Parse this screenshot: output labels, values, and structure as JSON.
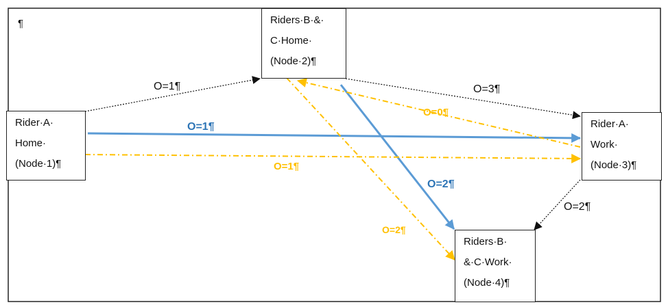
{
  "page": {
    "corner_mark": "¶"
  },
  "colors": {
    "black": "#111111",
    "blue": "#5b9bd5",
    "blue_text": "#2e75b6",
    "yellow": "#ffc000"
  },
  "nodes": {
    "node1": {
      "lines": [
        "Rider·A·",
        "Home·",
        "(Node·1)¶"
      ]
    },
    "node2": {
      "lines": [
        "Riders·B·&·",
        "C·Home·",
        "(Node·2)¶"
      ]
    },
    "node3": {
      "lines": [
        "Rider·A·",
        "Work·",
        "(Node·3)¶"
      ]
    },
    "node4": {
      "lines": [
        "Riders·B·",
        "&·C·Work·",
        "(Node·4)¶"
      ]
    }
  },
  "edges": [
    {
      "id": "n1-n2-black",
      "style": "black-dotted",
      "label": "O=1¶"
    },
    {
      "id": "n2-n3-black",
      "style": "black-dotted",
      "label": "O=3¶"
    },
    {
      "id": "n3-n4-black",
      "style": "black-dotted",
      "label": "O=2¶"
    },
    {
      "id": "n1-n3-blue",
      "style": "blue-solid",
      "label": "O=1¶"
    },
    {
      "id": "n2-n4-blue",
      "style": "blue-solid",
      "label": "O=2¶"
    },
    {
      "id": "n1-n3-yellow",
      "style": "yellow-dashdot",
      "label": "O=1¶"
    },
    {
      "id": "n3-n2-yellow",
      "style": "yellow-dashdot",
      "label": "O=0¶"
    },
    {
      "id": "n2-n4-yellow",
      "style": "yellow-dashdot",
      "label": "O=2¶"
    }
  ]
}
